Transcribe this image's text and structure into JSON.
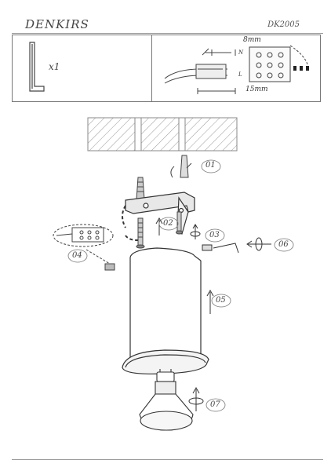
{
  "header": {
    "brand": "DENKIRS",
    "model": "DK2005"
  },
  "top_panel": {
    "hex_key_qty": "x1",
    "strip_length": "8mm",
    "terminal_length": "15mm",
    "terminal_letters": [
      "N",
      "",
      "L"
    ]
  },
  "steps": {
    "s01": "01",
    "s02": "02",
    "s03": "03",
    "s04": "04",
    "s05": "05",
    "s06": "06",
    "s07": "07"
  },
  "icons": {
    "hex_key": "hex-key-icon",
    "wires": "wire-strip-icon",
    "terminal": "terminal-block-icon"
  }
}
